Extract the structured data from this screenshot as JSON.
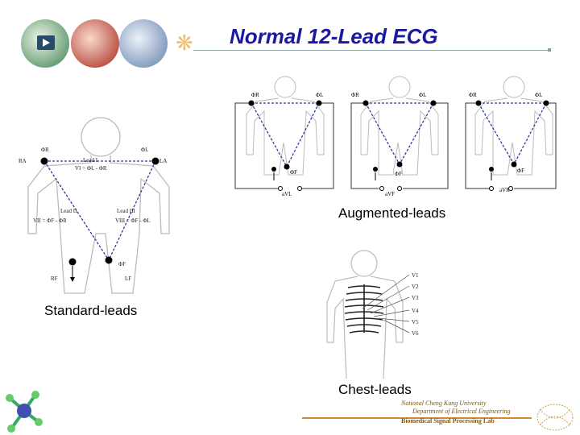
{
  "slide": {
    "title": "Normal 12-Lead ECG",
    "augmented_caption": "Augmented-leads",
    "standard_caption": "Standard-leads",
    "chest_caption": "Chest-leads"
  },
  "standard": {
    "phi_r": "ΦR",
    "phi_l": "ΦL",
    "phi_f": "ΦF",
    "ra": "RA",
    "la": "LA",
    "rf": "RF",
    "lf": "LF",
    "lead1": "Lead I",
    "eq1": "VI = ΦL - ΦR",
    "lead2": "Lead II",
    "eq2": "VII = ΦF - ΦR",
    "lead3": "Lead III",
    "eq3": "VIII = ΦF - ΦL"
  },
  "augmented": [
    {
      "phi_a": "ΦR",
      "phi_b": "ΦL",
      "phi_c": "ΦF",
      "out": "aVL"
    },
    {
      "phi_a": "ΦR",
      "phi_b": "ΦL",
      "phi_c": "ΦF",
      "out": "aVF"
    },
    {
      "phi_a": "ΦR",
      "phi_b": "ΦL",
      "phi_c": "ΦF",
      "out": "aVR"
    }
  ],
  "chest": {
    "labels": [
      "V1",
      "V2",
      "V3",
      "V4",
      "V5",
      "V6"
    ]
  },
  "footer": {
    "line1": "National Cheng Kung University",
    "line2": "Department of Electrical Engineering",
    "line3": "Biomedical Signal Processing Lab"
  },
  "colors": {
    "title": "#1a1aa0",
    "lead_line": "#2b3a9a",
    "footer_rule": "#d08a30"
  }
}
